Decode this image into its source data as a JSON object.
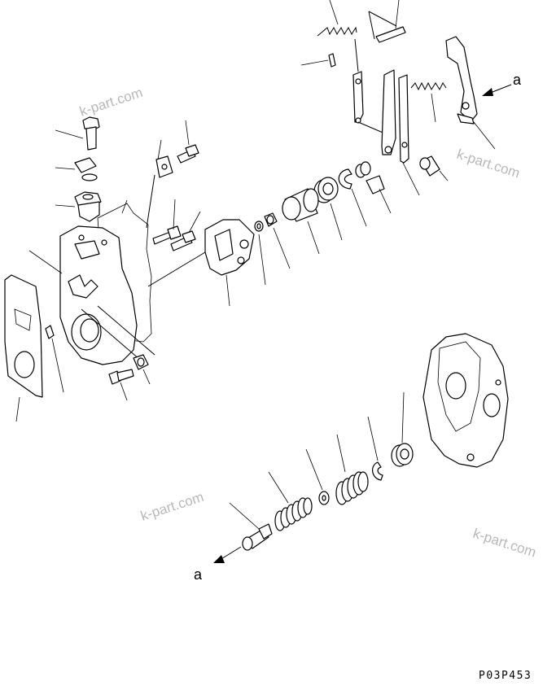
{
  "watermarks": [
    "k-part.com",
    "k-part.com",
    "k-part.com",
    "k-part.com"
  ],
  "callouts": {
    "top_right": "a",
    "bottom_left": "a"
  },
  "drawing_code": "P03P453"
}
